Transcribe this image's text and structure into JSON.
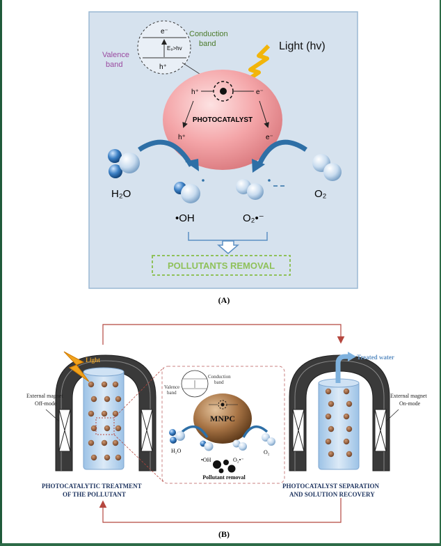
{
  "panel_a": {
    "inset": {
      "electron": "e⁻",
      "hole": "h⁺",
      "energy": "E₉>hv",
      "conduction": "Conduction",
      "band": "band",
      "valence": "Valence",
      "valence_band": "band"
    },
    "light": "Light (hv)",
    "catalyst": "PHOTOCATALYST",
    "hplus_left": "h⁺",
    "eminus_right": "e⁻",
    "hplus_down": "h⁺",
    "eminus_down": "e⁻",
    "h2o": "H₂O",
    "o2": "O₂",
    "oh": "•OH",
    "o2rad": "O₂•⁻",
    "removal": "POLLUTANTS REMOVAL",
    "label": "(A)"
  },
  "panel_b": {
    "light": "Light",
    "treated_water": "Treated water",
    "ext_left_1": "External magnet",
    "ext_left_2": "Off-mode",
    "ext_right_1": "External magnet",
    "ext_right_2": "On-mode",
    "inset_conduction": "Conduction",
    "inset_band": "band",
    "inset_valence": "Valence",
    "inset_valence_band": "band",
    "mnpc": "MNPC",
    "h2o": "H₂O",
    "oh": "•OH",
    "o2rad": "O₂•⁻",
    "o2": "O₂",
    "pollutant_removal": "Pollutant removal",
    "left_caption_1": "PHOTOCATALYTIC TREATMENT",
    "left_caption_2": "OF THE POLLUTANT",
    "right_caption_1": "PHOTOCATALYST SEPARATION",
    "right_caption_2": "AND SOLUTION RECOVERY",
    "label": "(B)"
  },
  "colors": {
    "panel_bg": "#d6e2ee",
    "panel_border": "#9ab8d3",
    "sphere": "#f4a5a8",
    "arrow_blue": "#2e6fa6",
    "removal_green": "#8fc15a",
    "mnpc_brown": "#9b6a3a",
    "red_line": "#b5473f",
    "navy_text": "#1f3560"
  }
}
